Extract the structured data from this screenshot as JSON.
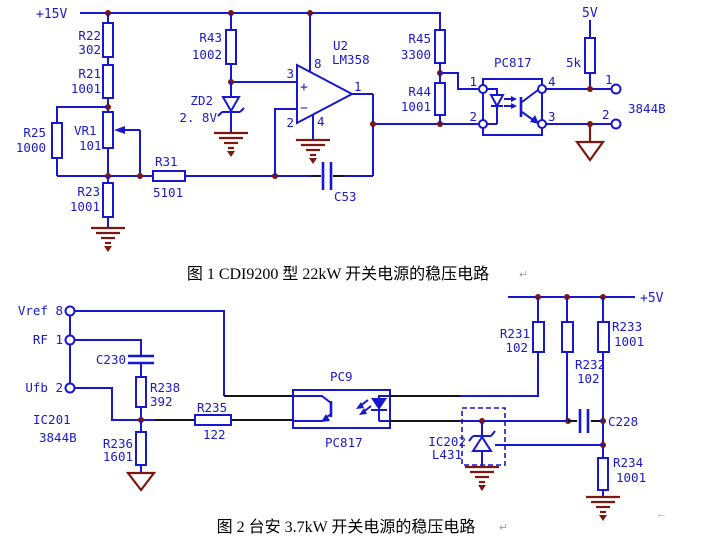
{
  "colors": {
    "wire": "#1717cf",
    "dark_wire": "#151515",
    "junction": "#7d1710",
    "label_text": "#1a1acc",
    "caption_text": "#000000",
    "paragraph_mark": "#9aa0b0"
  },
  "fig1": {
    "supply": "+15V",
    "r22": {
      "r": "R22",
      "v": "302"
    },
    "r21": {
      "r": "R21",
      "v": "1001"
    },
    "r25": {
      "r": "R25",
      "v": "1000"
    },
    "vr1": {
      "r": "VR1",
      "v": "101"
    },
    "r23": {
      "r": "R23",
      "v": "1001"
    },
    "r31": {
      "r": "R31",
      "v": "5101"
    },
    "r43": {
      "r": "R43",
      "v": "1002"
    },
    "zd2": {
      "r": "ZD2",
      "v": "2. 8V"
    },
    "op": {
      "r": "U2",
      "part": "LM358",
      "p1": "1",
      "p2": "2",
      "p3": "3",
      "p4": "4",
      "p8": "8",
      "plus": "+",
      "minus": "−"
    },
    "c53": "C53",
    "r45": {
      "r": "R45",
      "v": "3300"
    },
    "r44": {
      "r": "R44",
      "v": "1001"
    },
    "oc": {
      "part": "PC817",
      "p1": "1",
      "p2": "2",
      "p3": "3",
      "p4": "4"
    },
    "v5": "5V",
    "r5k": "5k",
    "t1": "1",
    "t2": "2",
    "chip": "3844B",
    "caption": "图 1 CDI9200 型 22kW 开关电源的稳压电路",
    "mark": "↵"
  },
  "fig2": {
    "pin_vref": "Vref 8",
    "pin_rf": "RF 1",
    "pin_ufb": "Ufb 2",
    "ic201": {
      "r": "IC201",
      "part": "3844B"
    },
    "c230": "C230",
    "r238": {
      "r": "R238",
      "v": "392"
    },
    "r236": {
      "r": "R236",
      "v": "1601"
    },
    "r235": {
      "r": "R235",
      "v": "122"
    },
    "pc9": {
      "r": "PC9",
      "part": "PC817"
    },
    "ic202": {
      "r": "IC202",
      "part": "L431"
    },
    "r231": {
      "r": "R231",
      "v": "102"
    },
    "r232": {
      "r": "R232",
      "v": "102"
    },
    "r233": {
      "r": "R233",
      "v": "1001"
    },
    "r234": {
      "r": "R234",
      "v": "1001"
    },
    "c228": "C228",
    "v5": "+5V",
    "caption": "图 2 台安 3.7kW 开关电源的稳压电路",
    "mark": "↵",
    "stray_mark": "←"
  }
}
